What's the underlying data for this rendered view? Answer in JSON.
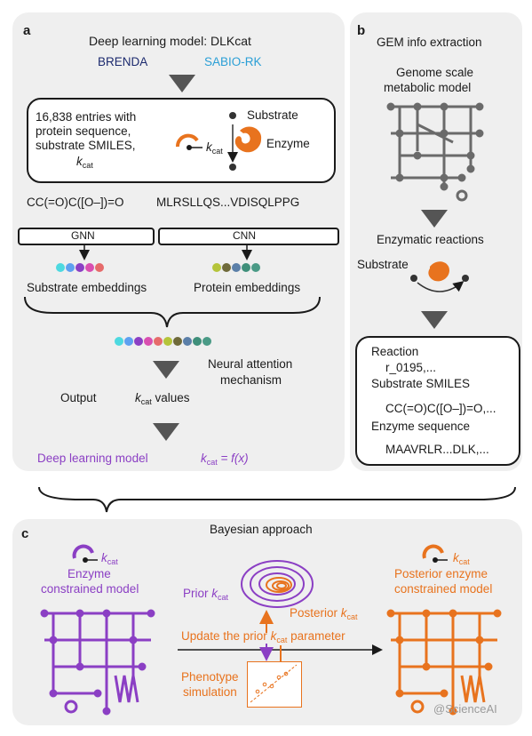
{
  "panel_a": {
    "letter": "a",
    "title": "Deep learning model: DLKcat",
    "source_brenda": "BRENDA",
    "source_sabio": "SABIO-RK",
    "entries_line1": "16,838 entries with",
    "entries_line2": "protein sequence,",
    "entries_line3": "substrate SMILES,",
    "entries_k": "k",
    "entries_k_sub": "cat",
    "icon_k": "k",
    "icon_k_sub": "cat",
    "substrate_label": "Substrate",
    "enzyme_label": "Enzyme",
    "smiles_example": "CC(=O)C([O–])=O",
    "protein_example": "MLRSLLQS...VDISQLPPG",
    "gnn_label": "GNN",
    "cnn_label": "CNN",
    "substrate_embeddings": "Substrate embeddings",
    "protein_embeddings": "Protein embeddings",
    "attention_line1": "Neural attention",
    "attention_line2": "mechanism",
    "output_label": "Output",
    "kcat_values_k": "k",
    "kcat_values_sub": "cat",
    "kcat_values_text": " values",
    "dl_model_label": "Deep learning model",
    "formula_k": "k",
    "formula_sub": "cat",
    "formula_rest": " = f(x)"
  },
  "panel_b": {
    "letter": "b",
    "title": "GEM info extraction",
    "gem_line1": "Genome scale",
    "gem_line2": "metabolic model",
    "reactions_label": "Enzymatic reactions",
    "substrate_label": "Substrate",
    "reaction_label": "Reaction",
    "reaction_id": "r_0195,...",
    "smiles_label": "Substrate SMILES",
    "smiles_value": "CC(=O)C([O–])=O,...",
    "enzyme_seq_label": "Enzyme sequence",
    "enzyme_seq_value": "MAAVRLR...DLK,..."
  },
  "panel_c": {
    "letter": "c",
    "title": "Bayesian approach",
    "left_k": "k",
    "left_k_sub": "cat",
    "left_line1": "Enzyme",
    "left_line2": "constrained model",
    "prior_text": "Prior ",
    "prior_k": "k",
    "prior_sub": "cat",
    "posterior_text": "Posterior ",
    "posterior_k": "k",
    "posterior_sub": "cat",
    "update_text1": "Update the prior ",
    "update_k": "k",
    "update_sub": "cat",
    "update_text2": " parameter",
    "phenotype_line1": "Phenotype",
    "phenotype_line2": "simulation",
    "right_k": "k",
    "right_k_sub": "cat",
    "right_line1": "Posterior enzyme",
    "right_line2": "constrained model"
  },
  "watermark": "@ScienceAI",
  "colors": {
    "brenda": "#1c2a6e",
    "sabio": "#2a9fd6",
    "purple": "#8b3fc4",
    "orange": "#e8731e",
    "panel_bg": "#efefef",
    "network_gray": "#6a6a6a"
  }
}
